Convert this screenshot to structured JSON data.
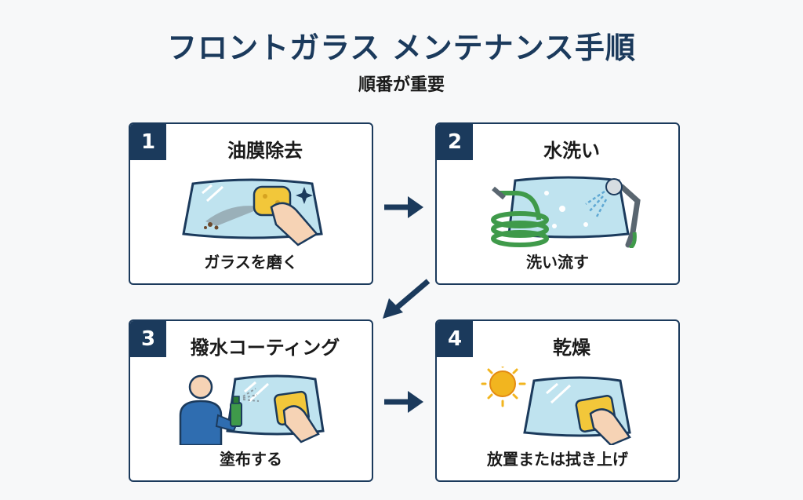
{
  "header": {
    "title": "フロントガラス メンテナンス手順",
    "subtitle": "順番が重要"
  },
  "steps": [
    {
      "number": "1",
      "title": "油膜除去",
      "caption": "ガラスを磨く"
    },
    {
      "number": "2",
      "title": "水洗い",
      "caption": "洗い流す"
    },
    {
      "number": "3",
      "title": "撥水コーティング",
      "caption": "塗布する"
    },
    {
      "number": "4",
      "title": "乾燥",
      "caption": "放置または拭き上げ"
    }
  ],
  "colors": {
    "navy": "#1b3a5c",
    "glass": "#bfe3ef",
    "sponge": "#f2c73a",
    "hose": "#3f9a4a",
    "sun": "#f2b51f"
  }
}
